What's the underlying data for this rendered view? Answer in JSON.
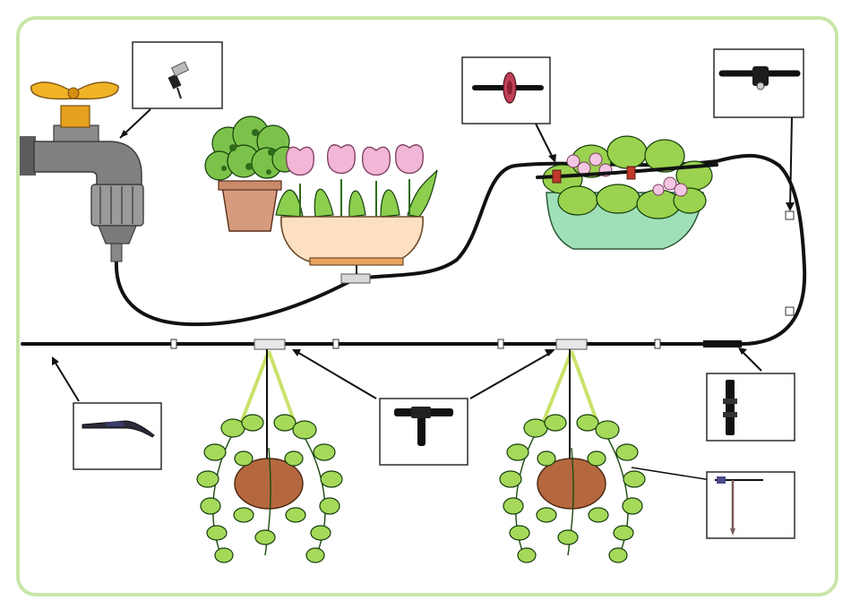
{
  "colors": {
    "frame_border": "#c7e6a7",
    "hose": "#111111",
    "faucet_handle": "#e6a21e",
    "faucet_body": "#7a7a7a",
    "leaf_green": "#7cc24a",
    "leaf_dark": "#2f6b1a",
    "pot_terracotta": "#a9603a",
    "bowl_cream": "#f6d7b4",
    "tulip_pink": "#f2b6d6",
    "hanger_yellow": "#c9e26a",
    "drip_valve_red": "#c0392b"
  },
  "components": [
    {
      "id": "faucet-adapter",
      "icon": "faucet-adapter-icon"
    },
    {
      "id": "inline-dripper",
      "icon": "inline-dripper-icon"
    },
    {
      "id": "hose-clip",
      "icon": "hose-clip-icon"
    },
    {
      "id": "end-plug",
      "icon": "end-plug-icon"
    },
    {
      "id": "tee-connector",
      "icon": "tee-connector-icon"
    },
    {
      "id": "straight-coupler",
      "icon": "straight-coupler-icon"
    },
    {
      "id": "drip-stake",
      "icon": "drip-stake-icon"
    }
  ],
  "plants": [
    "ivy-potted-plant",
    "tulip-bowl",
    "violet-planter",
    "hanging-basket-left",
    "hanging-basket-right"
  ]
}
